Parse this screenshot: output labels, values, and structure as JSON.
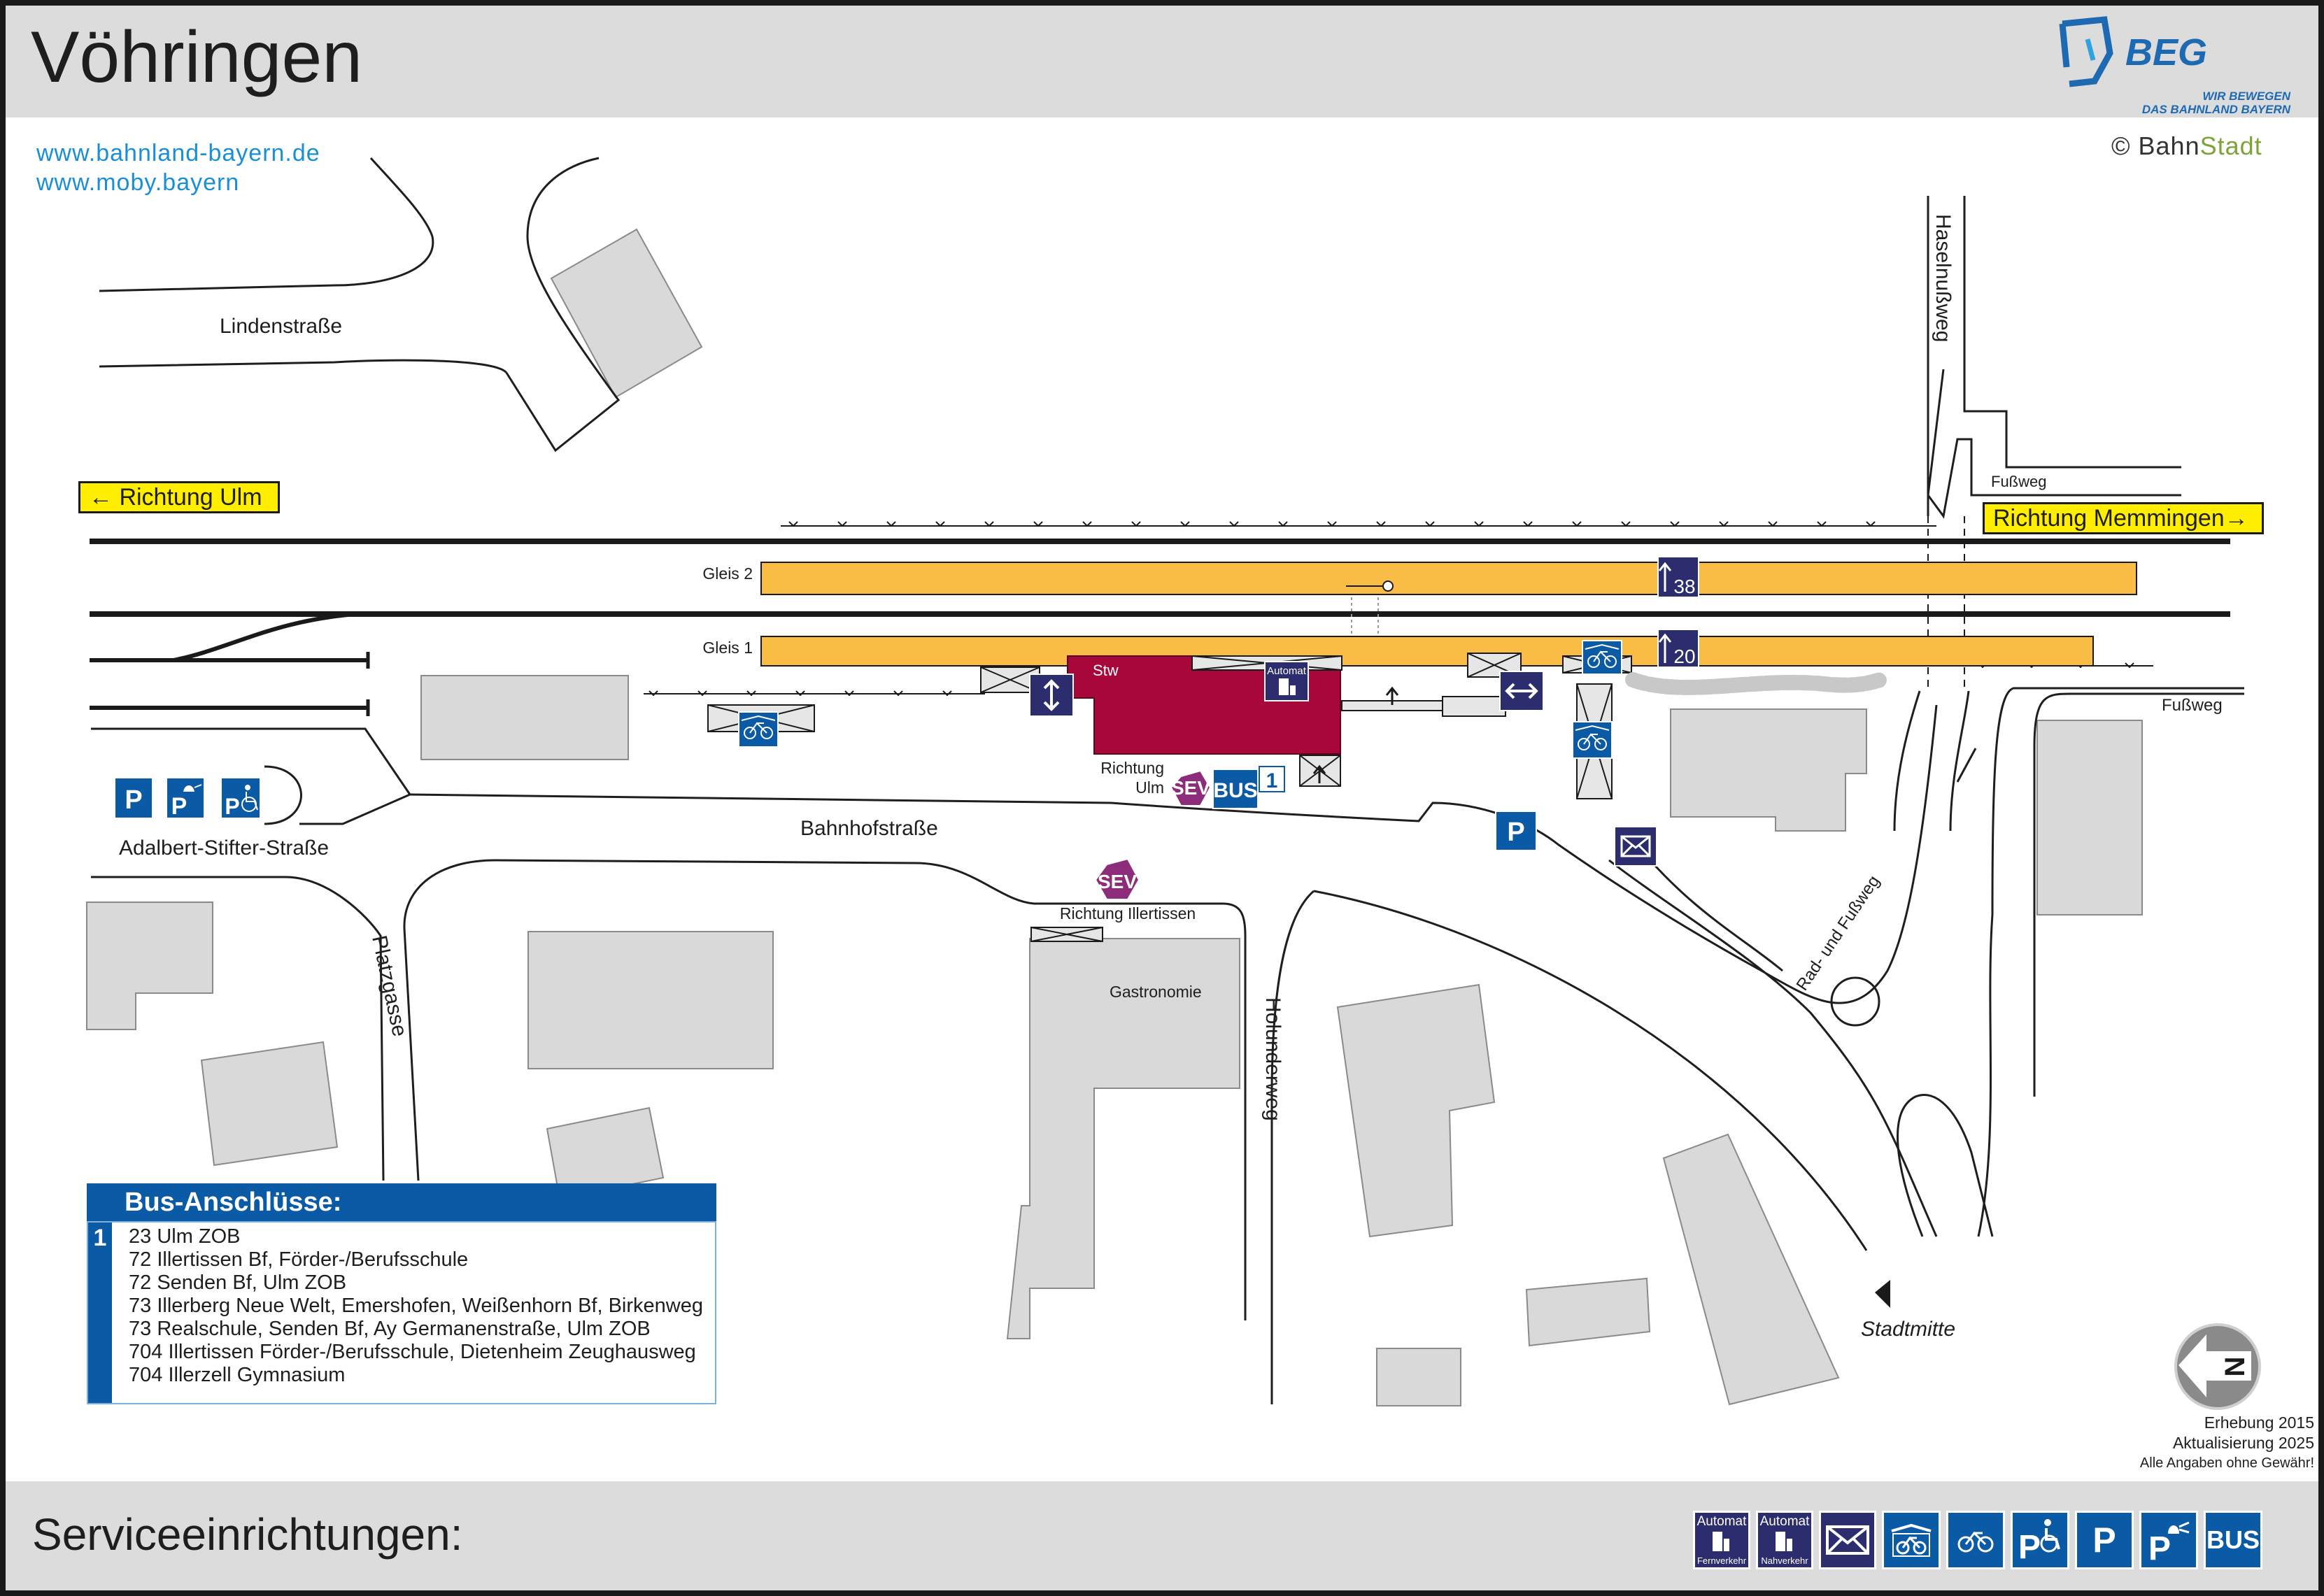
{
  "header": {
    "title": "Vöhringen",
    "logo_name": "BEG",
    "logo_tagline": "WIR BEWEGEN\nDAS BAHNLAND BAYERN",
    "links": [
      "www.bahnland-bayern.de",
      "www.moby.bayern"
    ],
    "copyright_prefix": "© Bahn",
    "copyright_suffix": "Stadt"
  },
  "map": {
    "streets": {
      "lindenstrasse": "Lindenstraße",
      "haselnussweg": "Haselnußweg",
      "fussweg_north": "Fußweg",
      "fussweg_east": "Fußweg",
      "bahnhofstrasse": "Bahnhofstraße",
      "adalbert": "Adalbert-Stifter-Straße",
      "platzgasse": "Platzgasse",
      "holunderweg": "Holunderweg",
      "radweg": "Rad- und Fußweg",
      "stadtmitte": "Stadtmitte"
    },
    "direction_west": "← Richtung Ulm",
    "direction_east": "Richtung Memmingen→",
    "tracks": [
      {
        "label": "Gleis 2",
        "platform_height": "38"
      },
      {
        "label": "Gleis 1",
        "platform_height": "20"
      }
    ],
    "labels": {
      "stw": "Stw",
      "richtung_ulm_1": "Richtung",
      "richtung_ulm_2": "Ulm",
      "richtung_illertissen": "Richtung Illertissen",
      "gastronomie": "Gastronomie",
      "automat": "Automat",
      "sev": "SEV",
      "bus": "BUS",
      "bus_stop_number": "1",
      "parking": "P"
    }
  },
  "bus_connections": {
    "title": "Bus-Anschlüsse:",
    "stop_number": "1",
    "lines": [
      "23 Ulm ZOB",
      "72 Illertissen Bf, Förder-/Berufsschule",
      "72 Senden Bf, Ulm ZOB",
      "73 Illerberg Neue Welt, Emershofen, Weißenhorn Bf, Birkenweg",
      "73 Realschule, Senden Bf, Ay Germanenstraße, Ulm ZOB",
      "704 Illertissen Förder-/Berufsschule, Dietenheim Zeughausweg",
      "704 Illerzell Gymnasium"
    ]
  },
  "survey": {
    "erhebung": "Erhebung 2015",
    "aktualisierung": "Aktualisierung 2025",
    "disclaimer": "Alle Angaben ohne Gewähr!"
  },
  "compass": {
    "letter": "N"
  },
  "footer": {
    "title": "Serviceeinrichtungen:",
    "icons": [
      {
        "name": "ticket-machine-long-distance-icon",
        "top": "Automat",
        "bottom": "Fernverkehr"
      },
      {
        "name": "ticket-machine-regional-icon",
        "top": "Automat",
        "bottom": "Nahverkehr"
      },
      {
        "name": "mailbox-icon"
      },
      {
        "name": "covered-bike-parking-icon"
      },
      {
        "name": "bike-parking-icon"
      },
      {
        "name": "accessible-parking-icon",
        "text": "P"
      },
      {
        "name": "parking-icon",
        "text": "P"
      },
      {
        "name": "ev-charging-parking-icon",
        "text": "P"
      },
      {
        "name": "bus-icon",
        "text": "BUS"
      }
    ]
  },
  "colors": {
    "platform": "#f9bd45",
    "station_building": "#a8073a",
    "building": "#d9d9d9",
    "service_blue": "#0b5aa6",
    "service_navy": "#2b2d6e",
    "sev_purple": "#8c2c7a",
    "bar_gray": "#dcdcdc",
    "direction_yellow": "#ffee00"
  }
}
